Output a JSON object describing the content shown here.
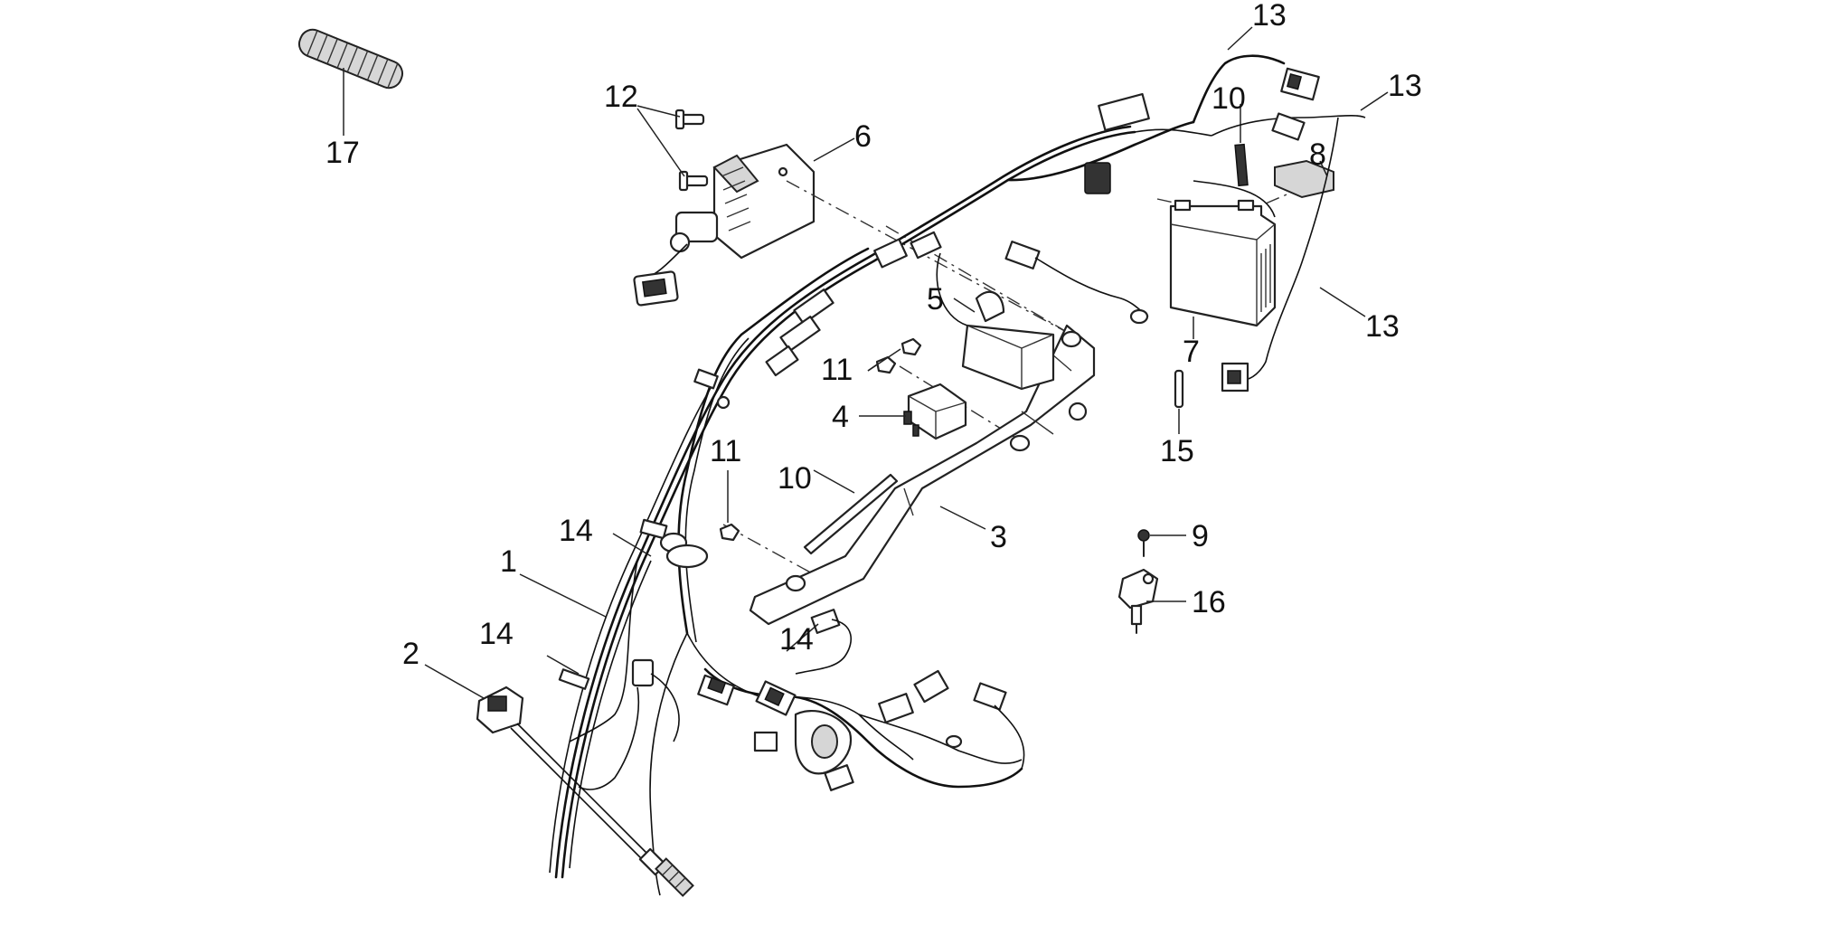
{
  "diagram": {
    "callouts": {
      "c1": "1",
      "c2": "2",
      "c3": "3",
      "c4": "4",
      "c5": "5",
      "c6": "6",
      "c7": "7",
      "c8": "8",
      "c9": "9",
      "c10a": "10",
      "c10b": "10",
      "c11a": "11",
      "c11b": "11",
      "c12": "12",
      "c13a": "13",
      "c13b": "13",
      "c13c": "13",
      "c14a": "14",
      "c14b": "14",
      "c14c": "14",
      "c15": "15",
      "c16": "16",
      "c17": "17"
    }
  }
}
